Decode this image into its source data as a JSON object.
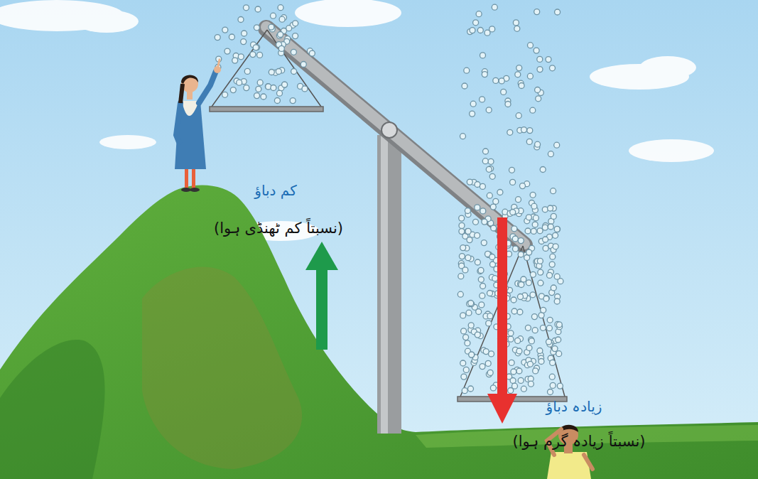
{
  "diagram": {
    "labels": [
      "کم دباؤ",
      "(نسبتاً کم ٹھنڈی ہوا)",
      "زیادہ دباؤ",
      "(نسبتاً زیادہ گرم ہوا)"
    ]
  }
}
